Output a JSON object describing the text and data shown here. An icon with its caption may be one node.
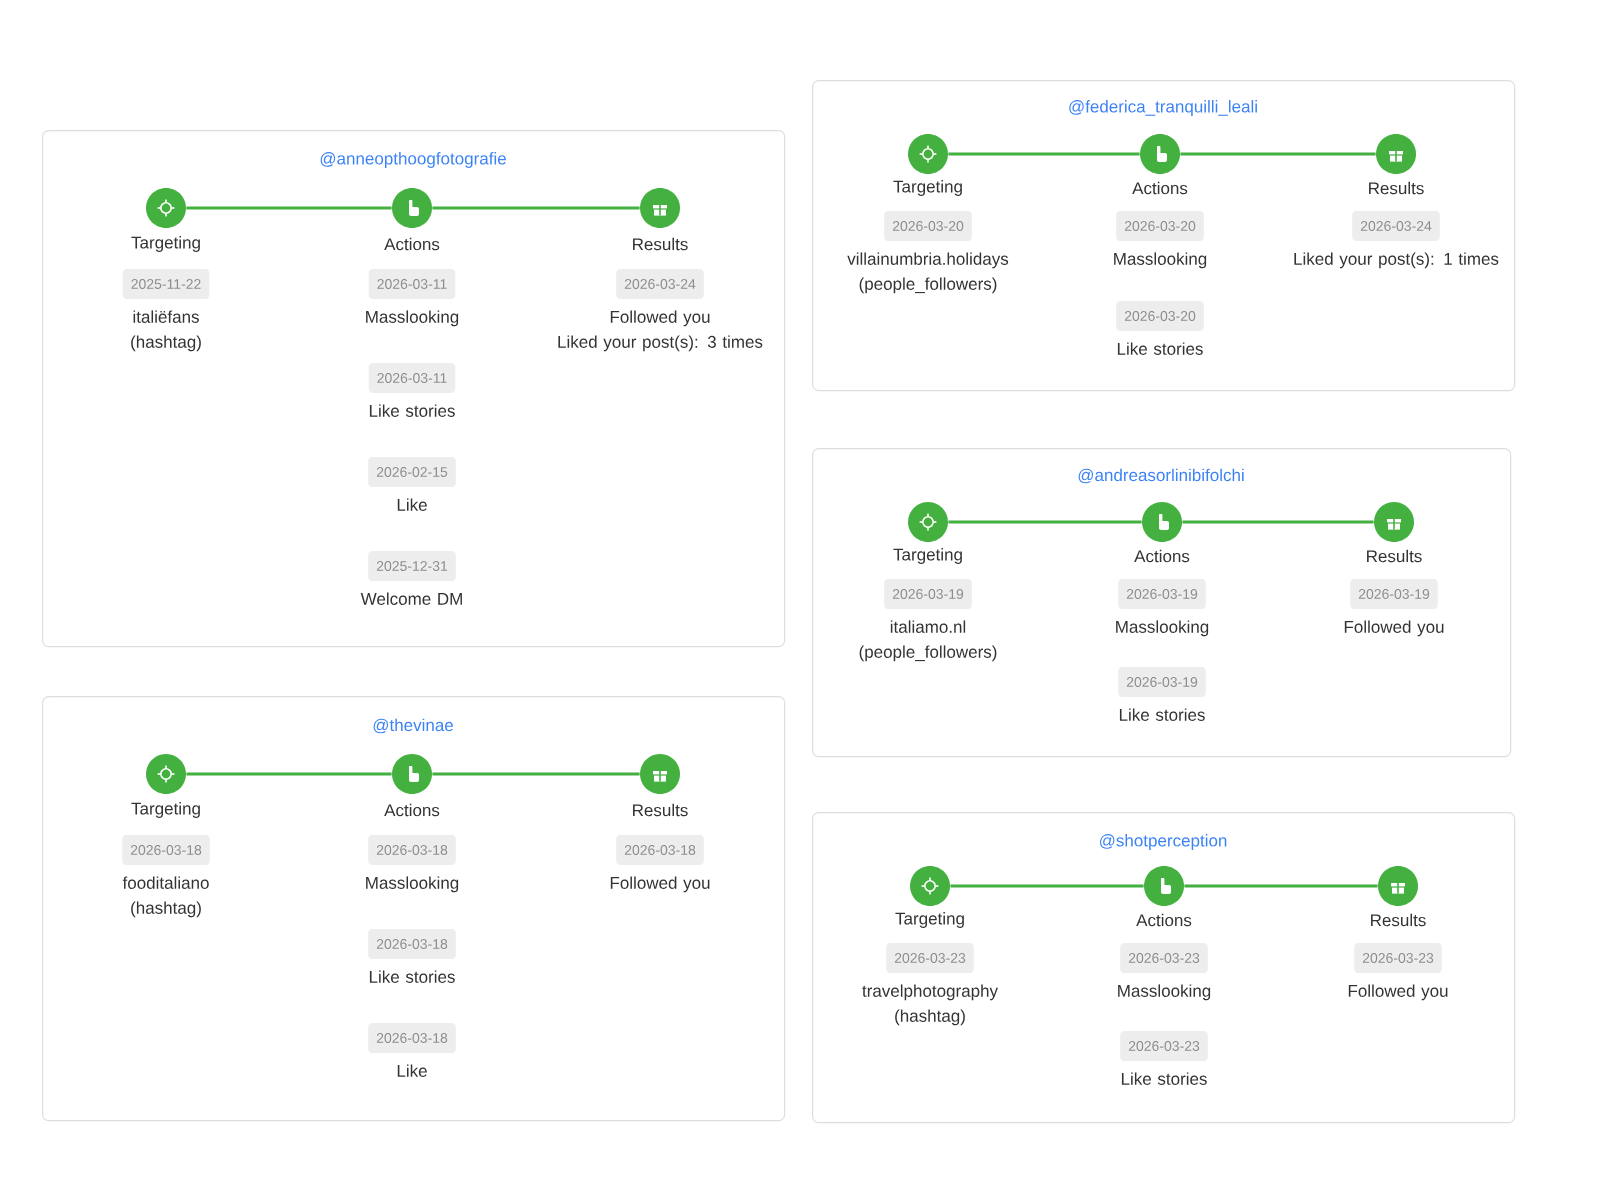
{
  "diagram": {
    "nodes": [
      {
        "text": [
          "@anneopthoogfotografie"
        ]
      },
      {
        "text": [],
        "shape": "circle",
        "in": 0,
        "beside": [
          "Targeting"
        ]
      },
      {
        "text": [],
        "shape": "circle",
        "in": 0,
        "beside": [
          "Actions"
        ]
      },
      {
        "text": [],
        "shape": "circle",
        "in": 0,
        "beside": [
          "Results"
        ]
      },
      {
        "text": [
          "2025-11-22"
        ],
        "in": 0,
        "beside": [
          "italiëfans (hashtag)"
        ]
      },
      {
        "text": [
          "2026-03-11"
        ],
        "in": 0,
        "beside": [
          "Masslooking"
        ]
      },
      {
        "text": [
          "2026-03-11"
        ],
        "in": 0,
        "beside": [
          "Like stories"
        ]
      },
      {
        "text": [
          "2026-02-15"
        ],
        "in": 0,
        "beside": [
          "Like"
        ]
      },
      {
        "text": [
          "2025-12-31"
        ],
        "in": 0,
        "beside": [
          "Welcome DM"
        ]
      },
      {
        "text": [
          "2026-03-24"
        ],
        "in": 0,
        "beside": [
          "Followed you",
          "Liked your post(s): 3 times"
        ]
      },
      {
        "text": [
          "@thevinae"
        ]
      },
      {
        "text": [],
        "shape": "circle",
        "in": 10,
        "beside": [
          "Targeting"
        ]
      },
      {
        "text": [],
        "shape": "circle",
        "in": 10,
        "beside": [
          "Actions"
        ]
      },
      {
        "text": [],
        "shape": "circle",
        "in": 10,
        "beside": [
          "Results"
        ]
      },
      {
        "text": [
          "2026-03-18"
        ],
        "in": 10,
        "beside": [
          "fooditaliano (hashtag)"
        ]
      },
      {
        "text": [
          "2026-03-18"
        ],
        "in": 10,
        "beside": [
          "Masslooking"
        ]
      },
      {
        "text": [
          "2026-03-18"
        ],
        "in": 10,
        "beside": [
          "Like stories"
        ]
      },
      {
        "text": [
          "2026-03-18"
        ],
        "in": 10,
        "beside": [
          "Like"
        ]
      },
      {
        "text": [
          "2026-03-18"
        ],
        "in": 10,
        "beside": [
          "Followed you"
        ]
      },
      {
        "text": [
          "@federica_tranquilli_leali"
        ]
      },
      {
        "text": [],
        "shape": "circle",
        "in": 19,
        "beside": [
          "Targeting"
        ]
      },
      {
        "text": [],
        "shape": "circle",
        "in": 19,
        "beside": [
          "Actions"
        ]
      },
      {
        "text": [],
        "shape": "circle",
        "in": 19,
        "beside": [
          "Results"
        ]
      },
      {
        "text": [
          "2026-03-20"
        ],
        "in": 19,
        "beside": [
          "villainumbria.holidays (people_followers)"
        ]
      },
      {
        "text": [
          "2026-03-20"
        ],
        "in": 19,
        "beside": [
          "Masslooking"
        ]
      },
      {
        "text": [
          "2026-03-20"
        ],
        "in": 19,
        "beside": [
          "Like stories"
        ]
      },
      {
        "text": [
          "2026-03-24"
        ],
        "in": 19,
        "beside": [
          "Liked your post(s): 1 times"
        ]
      },
      {
        "text": [
          "@andreasorlinibifolchi"
        ]
      },
      {
        "text": [],
        "shape": "circle",
        "in": 27,
        "beside": [
          "Targeting"
        ]
      },
      {
        "text": [],
        "shape": "circle",
        "in": 27,
        "beside": [
          "Actions"
        ]
      },
      {
        "text": [],
        "shape": "circle",
        "in": 27,
        "beside": [
          "Results"
        ]
      },
      {
        "text": [
          "2026-03-19"
        ],
        "in": 27,
        "beside": [
          "italiamo.nl (people_followers)"
        ]
      },
      {
        "text": [
          "2026-03-19"
        ],
        "in": 27,
        "beside": [
          "Masslooking"
        ]
      },
      {
        "text": [
          "2026-03-19"
        ],
        "in": 27,
        "beside": [
          "Like stories"
        ]
      },
      {
        "text": [
          "2026-03-19"
        ],
        "in": 27,
        "beside": [
          "Followed you"
        ]
      },
      {
        "text": [
          "@shotperception"
        ]
      },
      {
        "text": [],
        "shape": "circle",
        "in": 35,
        "beside": [
          "Targeting"
        ]
      },
      {
        "text": [],
        "shape": "circle",
        "in": 35,
        "beside": [
          "Actions"
        ]
      },
      {
        "text": [],
        "shape": "circle",
        "in": 35,
        "beside": [
          "Results"
        ]
      },
      {
        "text": [
          "2026-03-23"
        ],
        "in": 35,
        "beside": [
          "travelphotography (hashtag)"
        ]
      },
      {
        "text": [
          "2026-03-23"
        ],
        "in": 35,
        "beside": [
          "Masslooking"
        ]
      },
      {
        "text": [
          "2026-03-23"
        ],
        "in": 35,
        "beside": [
          "Like stories"
        ]
      },
      {
        "text": [
          "2026-03-23"
        ],
        "in": 35,
        "beside": [
          "Followed you"
        ]
      }
    ],
    "edges": [
      {
        "from": 1,
        "to": 2,
        "arrow": "none"
      },
      {
        "from": 2,
        "to": 3,
        "arrow": "none"
      },
      {
        "from": 11,
        "to": 12,
        "arrow": "none"
      },
      {
        "from": 12,
        "to": 13,
        "arrow": "none"
      },
      {
        "from": 20,
        "to": 21,
        "arrow": "none"
      },
      {
        "from": 21,
        "to": 22,
        "arrow": "none"
      },
      {
        "from": 28,
        "to": 29,
        "arrow": "none"
      },
      {
        "from": 29,
        "to": 30,
        "arrow": "none"
      },
      {
        "from": 36,
        "to": 37,
        "arrow": "none"
      },
      {
        "from": 37,
        "to": 38,
        "arrow": "none"
      }
    ]
  }
}
